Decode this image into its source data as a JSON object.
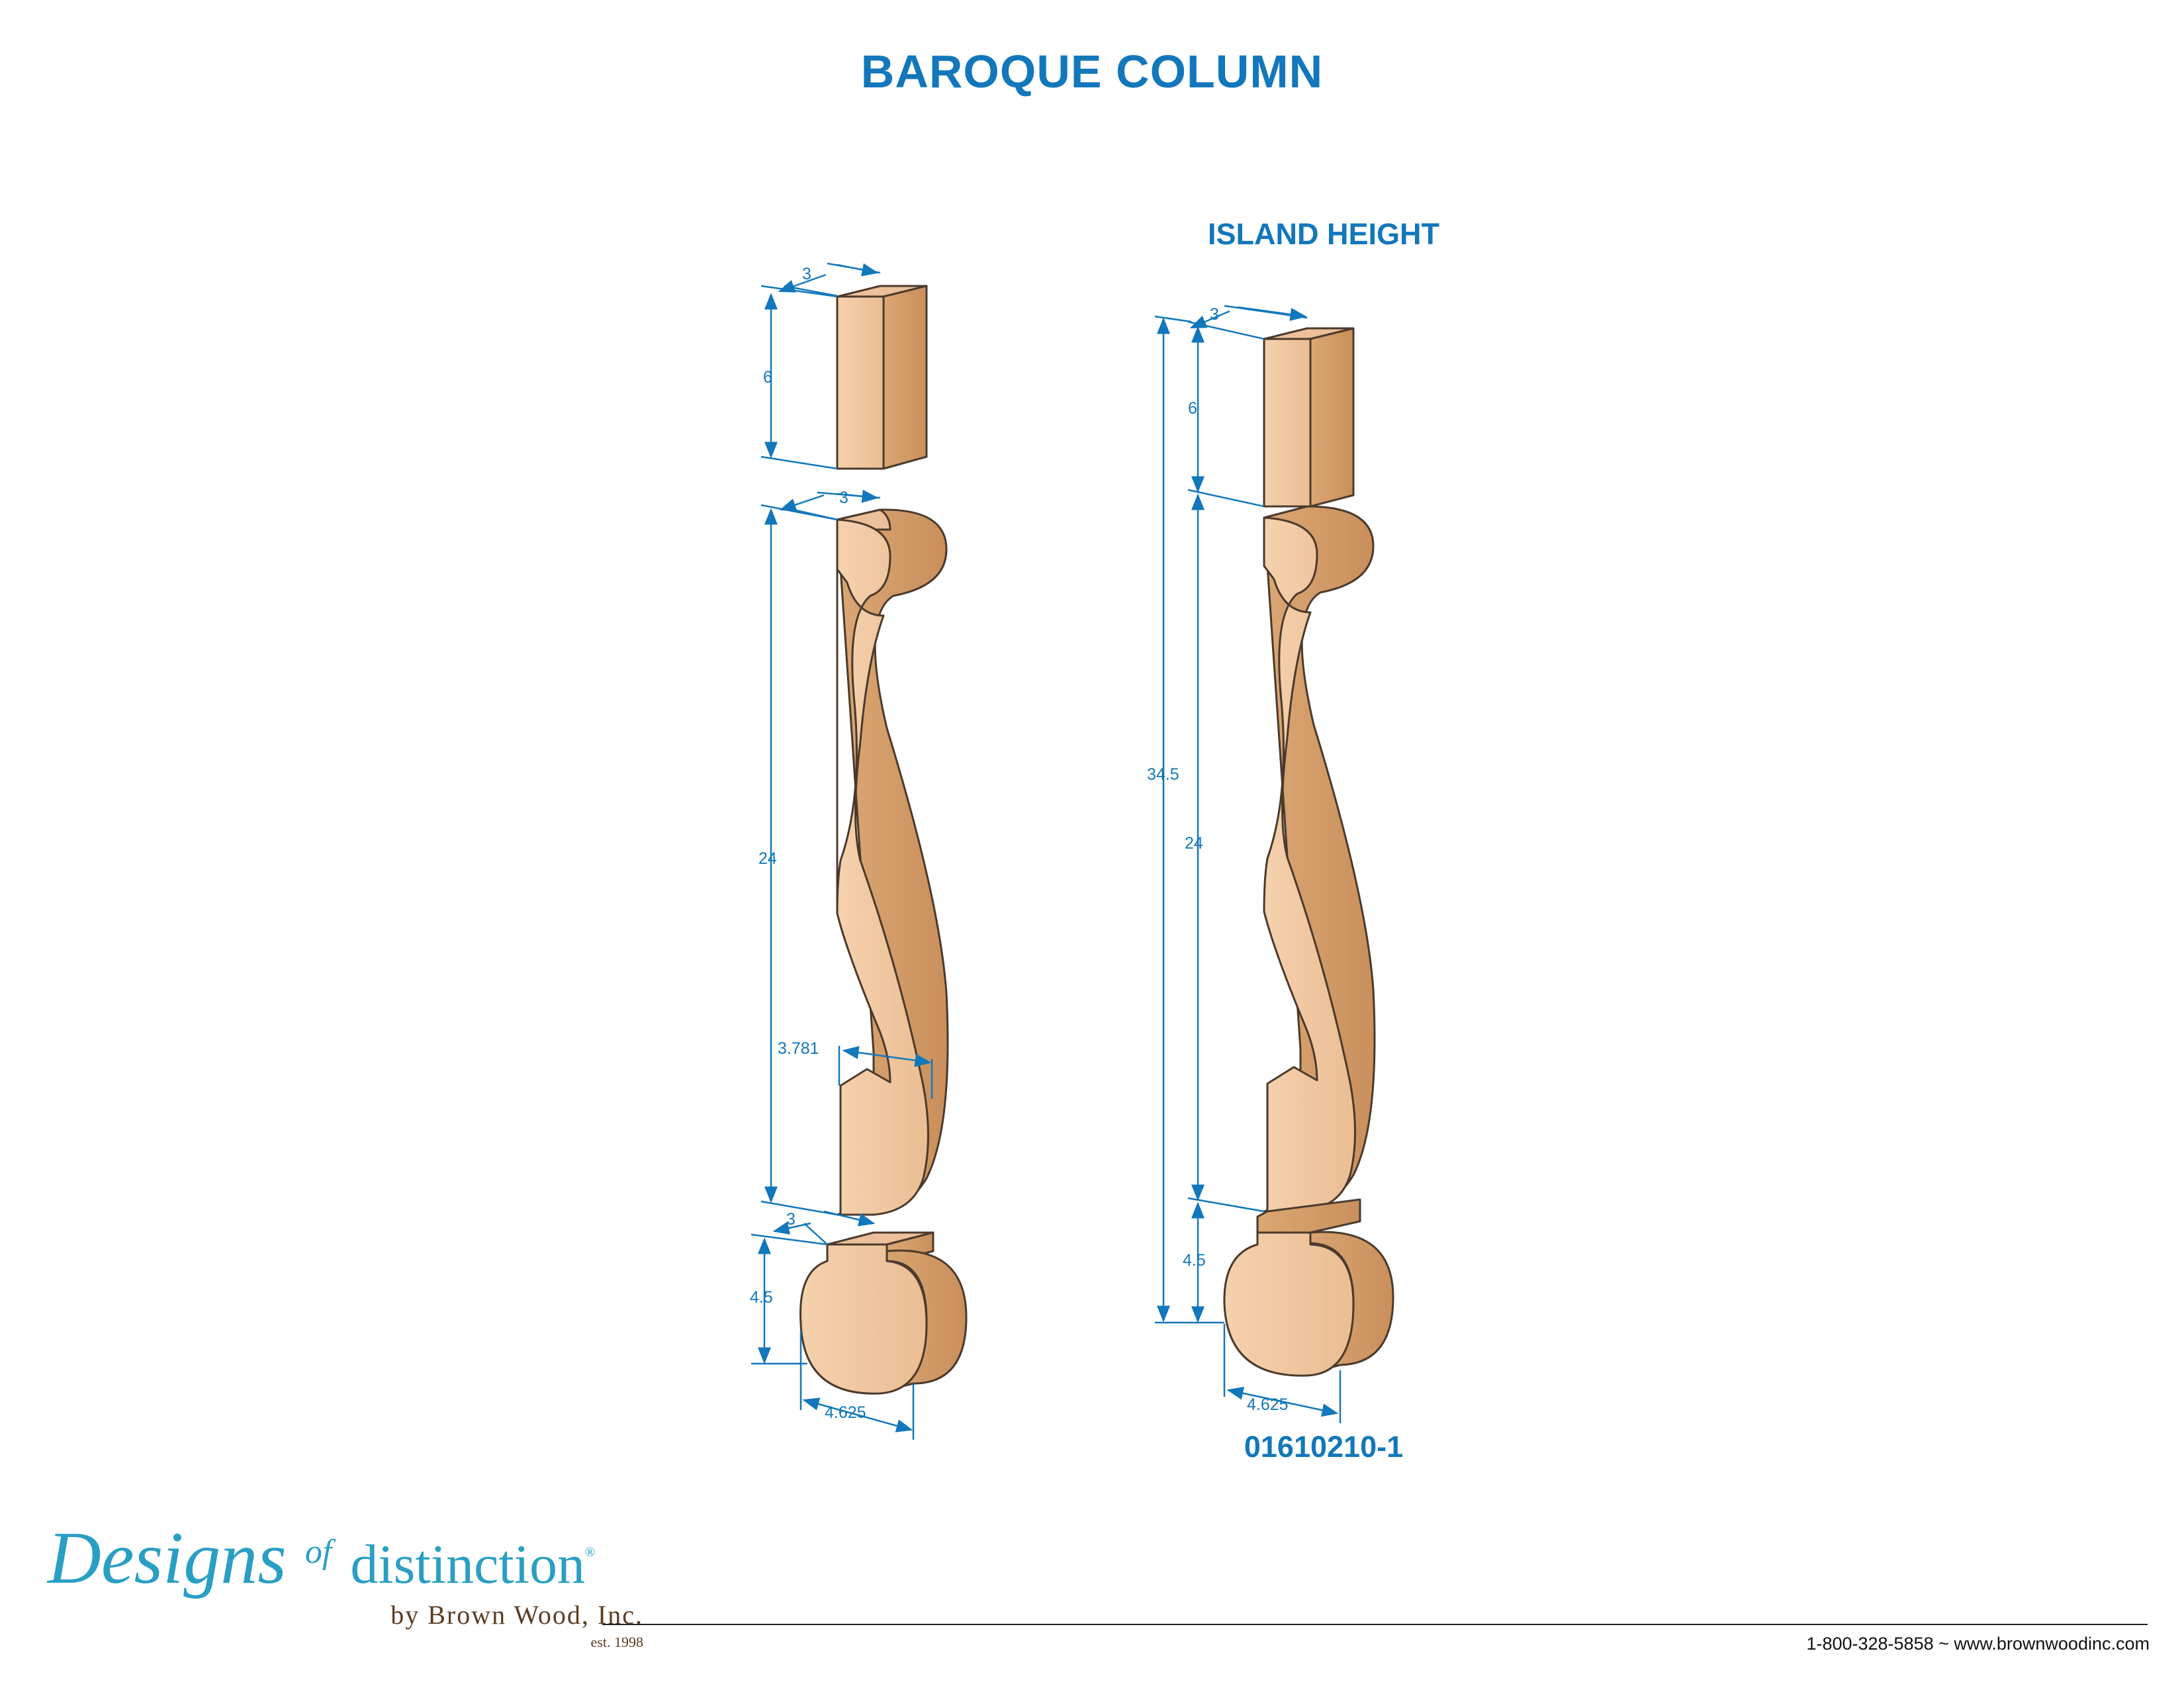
{
  "title": "BAROQUE COLUMN",
  "subtitle": "ISLAND HEIGHT",
  "part_number": "01610210-1",
  "dimensions_exploded": {
    "top_block_width": "3",
    "top_block_height": "6",
    "body_width": "3",
    "body_height": "24",
    "notch_depth": "3.781",
    "foot_width": "3",
    "foot_height": "4.5",
    "foot_depth": "4.625"
  },
  "dimensions_assembled": {
    "top_width": "3",
    "top_height": "6",
    "overall_height": "34.5",
    "body_height": "24",
    "foot_height": "4.5",
    "foot_depth": "4.625"
  },
  "logo": {
    "designs": "Designs",
    "of": "of",
    "distinction": "distinction",
    "registered": "®",
    "by": "by Brown Wood, Inc.",
    "est": "est. 1998"
  },
  "contact": "1-800-328-5858 ~ www.brownwoodinc.com",
  "colors": {
    "accent": "#1277bb",
    "wood_front": "#f2c9a2",
    "wood_side": "#d9a574",
    "wood_top": "#e6b98e",
    "outline": "#4a3a2c"
  }
}
